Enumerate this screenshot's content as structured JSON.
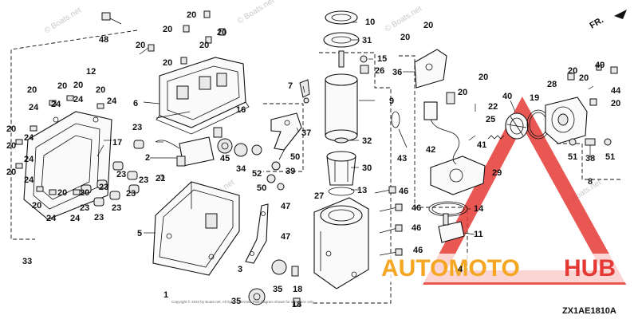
{
  "diagram": {
    "code": "ZX1AE1810A",
    "direction_label": "FR.",
    "part_numbers": [
      "1",
      "2",
      "3",
      "4",
      "5",
      "6",
      "7",
      "8",
      "9",
      "10",
      "11",
      "12",
      "13",
      "14",
      "15",
      "16",
      "17",
      "18",
      "19",
      "20",
      "21",
      "22",
      "23",
      "24",
      "25",
      "26",
      "27",
      "28",
      "29",
      "30",
      "31",
      "32",
      "33",
      "34",
      "35",
      "36",
      "37",
      "38",
      "39",
      "40",
      "41",
      "42",
      "43",
      "44",
      "45",
      "46",
      "47",
      "48",
      "49",
      "50",
      "51",
      "52"
    ],
    "watermarks": [
      "© Boats.net",
      "© Boats.net",
      "© Boats.net",
      "© Boats.net",
      "© Boats.net"
    ],
    "footer_text": "Copyright © 2024 by Boats.net. All rights reserved. Part diagram shown for reference only."
  },
  "brand_logo": {
    "text_left": "AUTOMOTO",
    "text_right": "HUB",
    "color_left": "#f5a623",
    "color_right": "#e53935",
    "triangle_color": "#e53935"
  }
}
